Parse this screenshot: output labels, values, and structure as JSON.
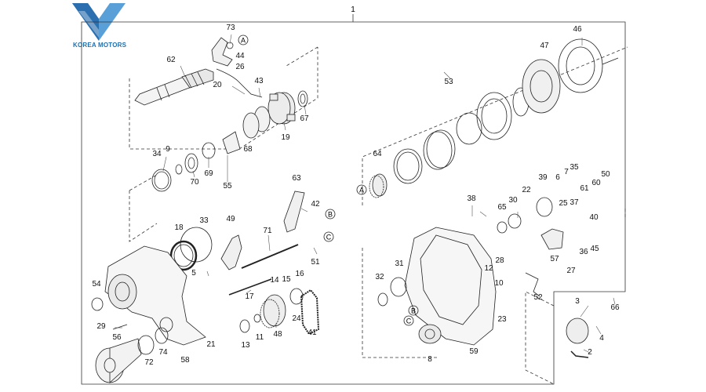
{
  "brand": {
    "name": "KOREA MOTORS"
  },
  "diagram": {
    "assembly_ref": "1",
    "callouts": [
      "73",
      "44",
      "26",
      "43",
      "20",
      "62",
      "19",
      "67",
      "68",
      "34",
      "9",
      "70",
      "69",
      "55",
      "33",
      "18",
      "49",
      "63",
      "42",
      "71",
      "14",
      "15",
      "16",
      "51",
      "5",
      "54",
      "17",
      "29",
      "13",
      "11",
      "48",
      "24",
      "41",
      "56",
      "72",
      "74",
      "58",
      "21",
      "46",
      "47",
      "53",
      "64",
      "39",
      "22",
      "6",
      "7",
      "35",
      "50",
      "60",
      "61",
      "37",
      "25",
      "40",
      "30",
      "65",
      "38",
      "36",
      "45",
      "57",
      "27",
      "31",
      "28",
      "12",
      "10",
      "32",
      "52",
      "8",
      "59",
      "23",
      "3",
      "4",
      "2",
      "66"
    ],
    "section_letters": [
      "A",
      "A",
      "B",
      "B",
      "C",
      "C"
    ]
  }
}
